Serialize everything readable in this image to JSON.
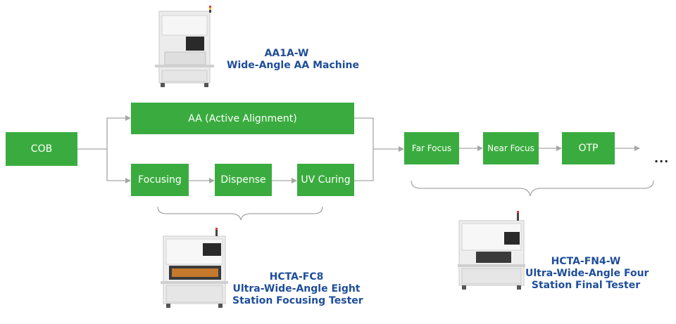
{
  "process": {
    "cob": "COB",
    "aa": "AA (Active Alignment)",
    "focusing": "Focusing",
    "dispense": "Dispense",
    "uv_curing": "UV Curing",
    "far_focus": "Far Focus",
    "near_focus": "Near Focus",
    "otp": "OTP",
    "ellipsis": "..."
  },
  "machines": {
    "aa1a": {
      "model": "AA1A-W",
      "name_line1": "Wide-Angle AA Machine"
    },
    "fc8": {
      "model": "HCTA-FC8",
      "name_line1": "Ultra-Wide-Angle Eight",
      "name_line2": "Station Focusing Tester"
    },
    "fn4": {
      "model": "HCTA-FN4-W",
      "name_line1": "Ultra-Wide-Angle Four",
      "name_line2": "Station Final Tester"
    }
  },
  "colors": {
    "box_green": "#3aac3f",
    "label_blue": "#1f4e9a",
    "connector_gray": "#a6a6a6"
  }
}
